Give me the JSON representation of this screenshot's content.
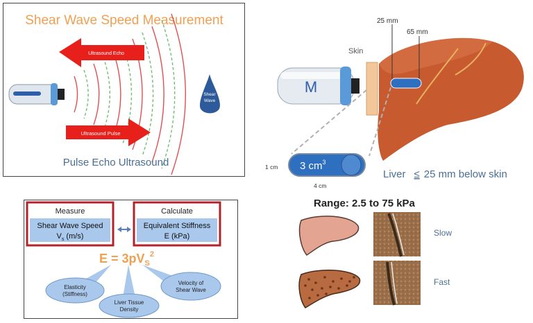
{
  "pulse_echo": {
    "title": "Shear Wave Speed Measurement",
    "echo_label": "Ultrasound  Echo",
    "pulse_label": "Ultrasound Pulse",
    "shear_wave_label_1": "Shear",
    "shear_wave_label_2": "Wave",
    "caption": "Pulse Echo Ultrasound"
  },
  "probe_diagram": {
    "probe_letter": "M",
    "skin_label": "Skin",
    "depth_near": "25 mm",
    "depth_far": "65 mm",
    "volume_main": "3 cm",
    "volume_sup": "3",
    "height_label": "1 cm",
    "width_label": "4 cm",
    "liver_caption_a": "Liver",
    "liver_caption_op": "≤",
    "liver_caption_b": "25  mm below skin"
  },
  "formula_box": {
    "measure_header": "Measure",
    "measure_line1": "Shear Wave Speed",
    "measure_line2_main": "V",
    "measure_line2_sub": "s",
    "measure_line2_rest": " (m/s)",
    "calc_header": "Calculate",
    "calc_line1": "Equivalent Stiffness",
    "calc_line2": "E (kPa)",
    "formula_main": "E = 3pV",
    "formula_sub": "S",
    "formula_sup": "2",
    "bubble1_line1": "Elasticity",
    "bubble1_line2": "(Stiffness)",
    "bubble2_line1": "Liver Tissue",
    "bubble2_line2": "Density",
    "bubble3_line1": "Velocity of",
    "bubble3_line2": "Shear Wave"
  },
  "range": {
    "title": "Range:  2.5 to 75 kPa",
    "slow_label": "Slow",
    "fast_label": "Fast"
  },
  "colors": {
    "orange_title": "#f0a050",
    "arrow_red": "#e8201c",
    "blue_box": "#a9c8ec",
    "dark_red": "#b2232a",
    "liver": "#c85a30",
    "shear_blue": "#2d5a9a"
  }
}
